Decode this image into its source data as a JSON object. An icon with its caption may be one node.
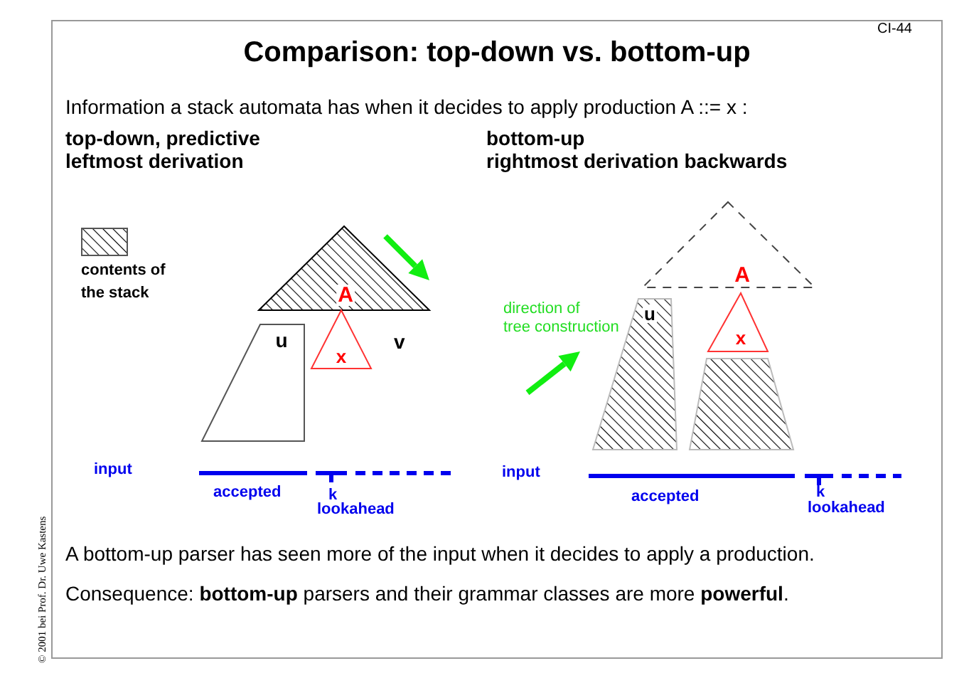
{
  "diagram": {
    "title": "Comparison: top-down vs. bottom-up",
    "nodes": [
      {
        "text": [
          "A"
        ]
      },
      {
        "text": [
          "x"
        ]
      },
      {
        "text": [
          "u"
        ]
      },
      {
        "text": [
          "A"
        ]
      },
      {
        "text": [
          "x"
        ]
      },
      {
        "text": [
          "u"
        ]
      },
      {
        "text": [],
        "shape": "trapezoid"
      }
    ],
    "labels": [
      "CI-44",
      "Information a stack automata has when it decides to apply production A ::= x :",
      "top-down, predictive leftmost derivation",
      "bottom-up rightmost derivation backwards",
      "v",
      "input",
      "accepted",
      "k",
      "lookahead",
      "direction of tree construction",
      "input",
      "accepted",
      "k",
      "lookahead",
      "A bottom-up parser has seen more of the input when it decides to apply a production.",
      "Consequence: **bottom-up** parsers and their grammar classes are more **powerful**.",
      "© 2001 bei Prof. Dr. Uwe Kastens"
    ],
    "legend": [
      {
        "text": "contents of the stack"
      }
    ]
  }
}
